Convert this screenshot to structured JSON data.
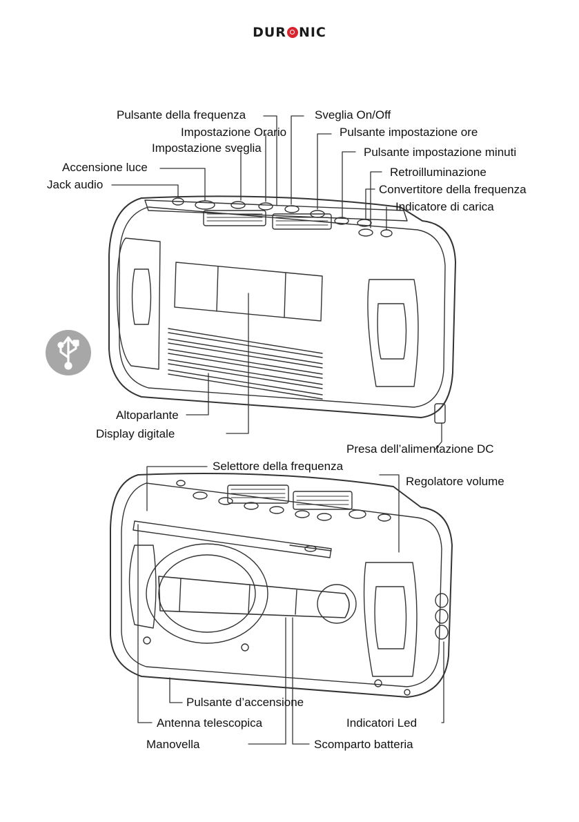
{
  "brand": {
    "logo_left": "DUR",
    "logo_right": "NIC"
  },
  "labels": {
    "pulsante_frequenza": "Pulsante della frequenza",
    "impostazione_orario": "Impostazione Orario",
    "impostazione_sveglia": "Impostazione sveglia",
    "accensione_luce": "Accensione luce",
    "jack_audio": "Jack audio",
    "sveglia_onoff": "Sveglia On/Off",
    "pulsante_ore": "Pulsante impostazione ore",
    "pulsante_minuti": "Pulsante impostazione minuti",
    "retroilluminazione": "Retroilluminazione",
    "convertitore": "Convertitore della frequenza",
    "indicatore_carica": "Indicatore di carica",
    "altoparlante": "Altoparlante",
    "display": "Display digitale",
    "presa_dc": "Presa dell’alimentazione DC",
    "selettore": "Selettore della frequenza",
    "regolatore": "Regolatore volume",
    "pulsante_accensione": "Pulsante d’accensione",
    "antenna": "Antenna telescopica",
    "indicatori_led": "Indicatori Led",
    "manovella": "Manovella",
    "scomparto": "Scomparto batteria"
  },
  "icons": {
    "usb": "usb-icon"
  },
  "colors": {
    "logo_accent": "#d9232d",
    "line": "#333333",
    "usb_bg": "#a7a7a7"
  }
}
